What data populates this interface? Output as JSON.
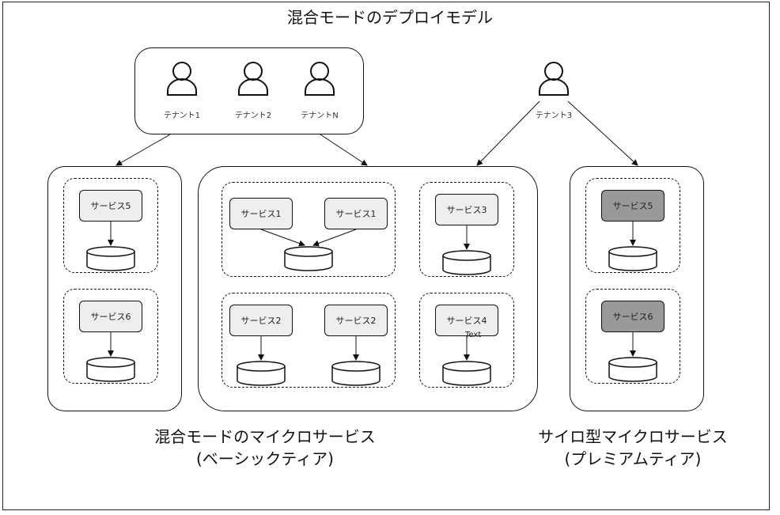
{
  "title": "混合モードのデプロイモデル",
  "tenants": {
    "t1": "テナント1",
    "t2": "テナント2",
    "tn": "テナントN",
    "t3": "テナント3"
  },
  "services": {
    "s5": "サービス5",
    "s6": "サービス6",
    "s1": "サービス1",
    "s2": "サービス2",
    "s3": "サービス3",
    "s4": "サービス4"
  },
  "stray_text": "Text",
  "captions": {
    "mixed_line1": "混合モードのマイクロサービス",
    "mixed_line2": "(ベーシックティア)",
    "silo_line1": "サイロ型マイクロサービス",
    "silo_line2": "(プレミアムティア)"
  },
  "colors": {
    "service_fill": "#eeeeee",
    "premium_service_fill": "#999999",
    "stroke": "#111111"
  },
  "icons": [
    "user-icon",
    "database-icon"
  ]
}
